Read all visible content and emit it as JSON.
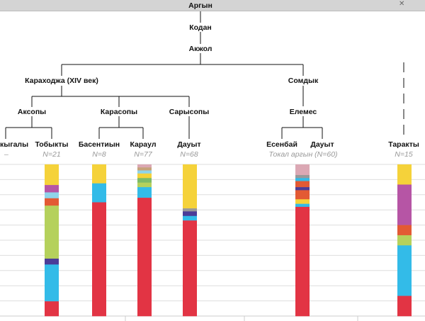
{
  "tree": {
    "root": "Аргын",
    "level1": "Кодан",
    "level2": "Акжол",
    "karakhodzha": "Караходжа (XIV век)",
    "somdyk": "Сомдык",
    "aksopy": "Аксопы",
    "karasopy": "Карасопы",
    "sarysopy": "Сарысопы",
    "elemes": "Елемес",
    "kygaly": "кыгалы",
    "tobykty": "Тобыкты",
    "basentiyn": "Басентиын",
    "karauyl": "Караул",
    "dauyt1": "Дауыт",
    "esenbay": "Есенбай",
    "dauyt2": "Дауыт",
    "taraktyl": "Таракты"
  },
  "counts": {
    "kygaly": "–",
    "tobykty": "N=21",
    "basentiyn": "N=8",
    "karauyl": "N=77",
    "dauyt1": "N=68",
    "tokal": "Токал аргын (N=60)",
    "taraktyl": "N=15"
  },
  "colors": {
    "line": "#111111",
    "grid": "#dedede",
    "header_bg": "#d4d4d4"
  },
  "chart_data": {
    "type": "bar",
    "stacked": true,
    "categories": [
      "Тобыкты",
      "Басентиын",
      "Караул",
      "Дауыт",
      "Токал аргын",
      "Таракты"
    ],
    "series_colors": {
      "yellow": "#f5d23a",
      "magenta": "#b655a5",
      "lightblue": "#8fd4ea",
      "orange": "#e35a34",
      "lime": "#b5d15c",
      "indigo": "#4b3c98",
      "cyan": "#33bbe8",
      "red": "#e23444",
      "pink": "#dba8b4",
      "gray": "#999999",
      "tan": "#c5a27a",
      "green": "#7dbb67"
    },
    "stacks": [
      [
        [
          "yellow",
          0.14
        ],
        [
          "magenta",
          0.05
        ],
        [
          "lightblue",
          0.04
        ],
        [
          "orange",
          0.05
        ],
        [
          "lime",
          0.36
        ],
        [
          "indigo",
          0.04
        ],
        [
          "cyan",
          0.25
        ],
        [
          "red",
          0.1
        ]
      ],
      [
        [
          "yellow",
          0.125
        ],
        [
          "cyan",
          0.125
        ],
        [
          "red",
          0.75
        ]
      ],
      [
        [
          "pink",
          0.02
        ],
        [
          "tan",
          0.02
        ],
        [
          "lightblue",
          0.02
        ],
        [
          "yellow",
          0.03
        ],
        [
          "green",
          0.03
        ],
        [
          "lime",
          0.03
        ],
        [
          "cyan",
          0.07
        ],
        [
          "red",
          0.78
        ]
      ],
      [
        [
          "yellow",
          0.29
        ],
        [
          "gray",
          0.02
        ],
        [
          "indigo",
          0.03
        ],
        [
          "cyan",
          0.03
        ],
        [
          "red",
          0.63
        ]
      ],
      [
        [
          "pink",
          0.07
        ],
        [
          "gray",
          0.02
        ],
        [
          "cyan",
          0.02
        ],
        [
          "orange",
          0.04
        ],
        [
          "indigo",
          0.02
        ],
        [
          "orange",
          0.06
        ],
        [
          "yellow",
          0.03
        ],
        [
          "cyan",
          0.02
        ],
        [
          "red",
          0.72
        ]
      ],
      [
        [
          "yellow",
          0.133
        ],
        [
          "magenta",
          0.267
        ],
        [
          "orange",
          0.067
        ],
        [
          "lime",
          0.067
        ],
        [
          "cyan",
          0.333
        ],
        [
          "red",
          0.133
        ]
      ]
    ]
  }
}
